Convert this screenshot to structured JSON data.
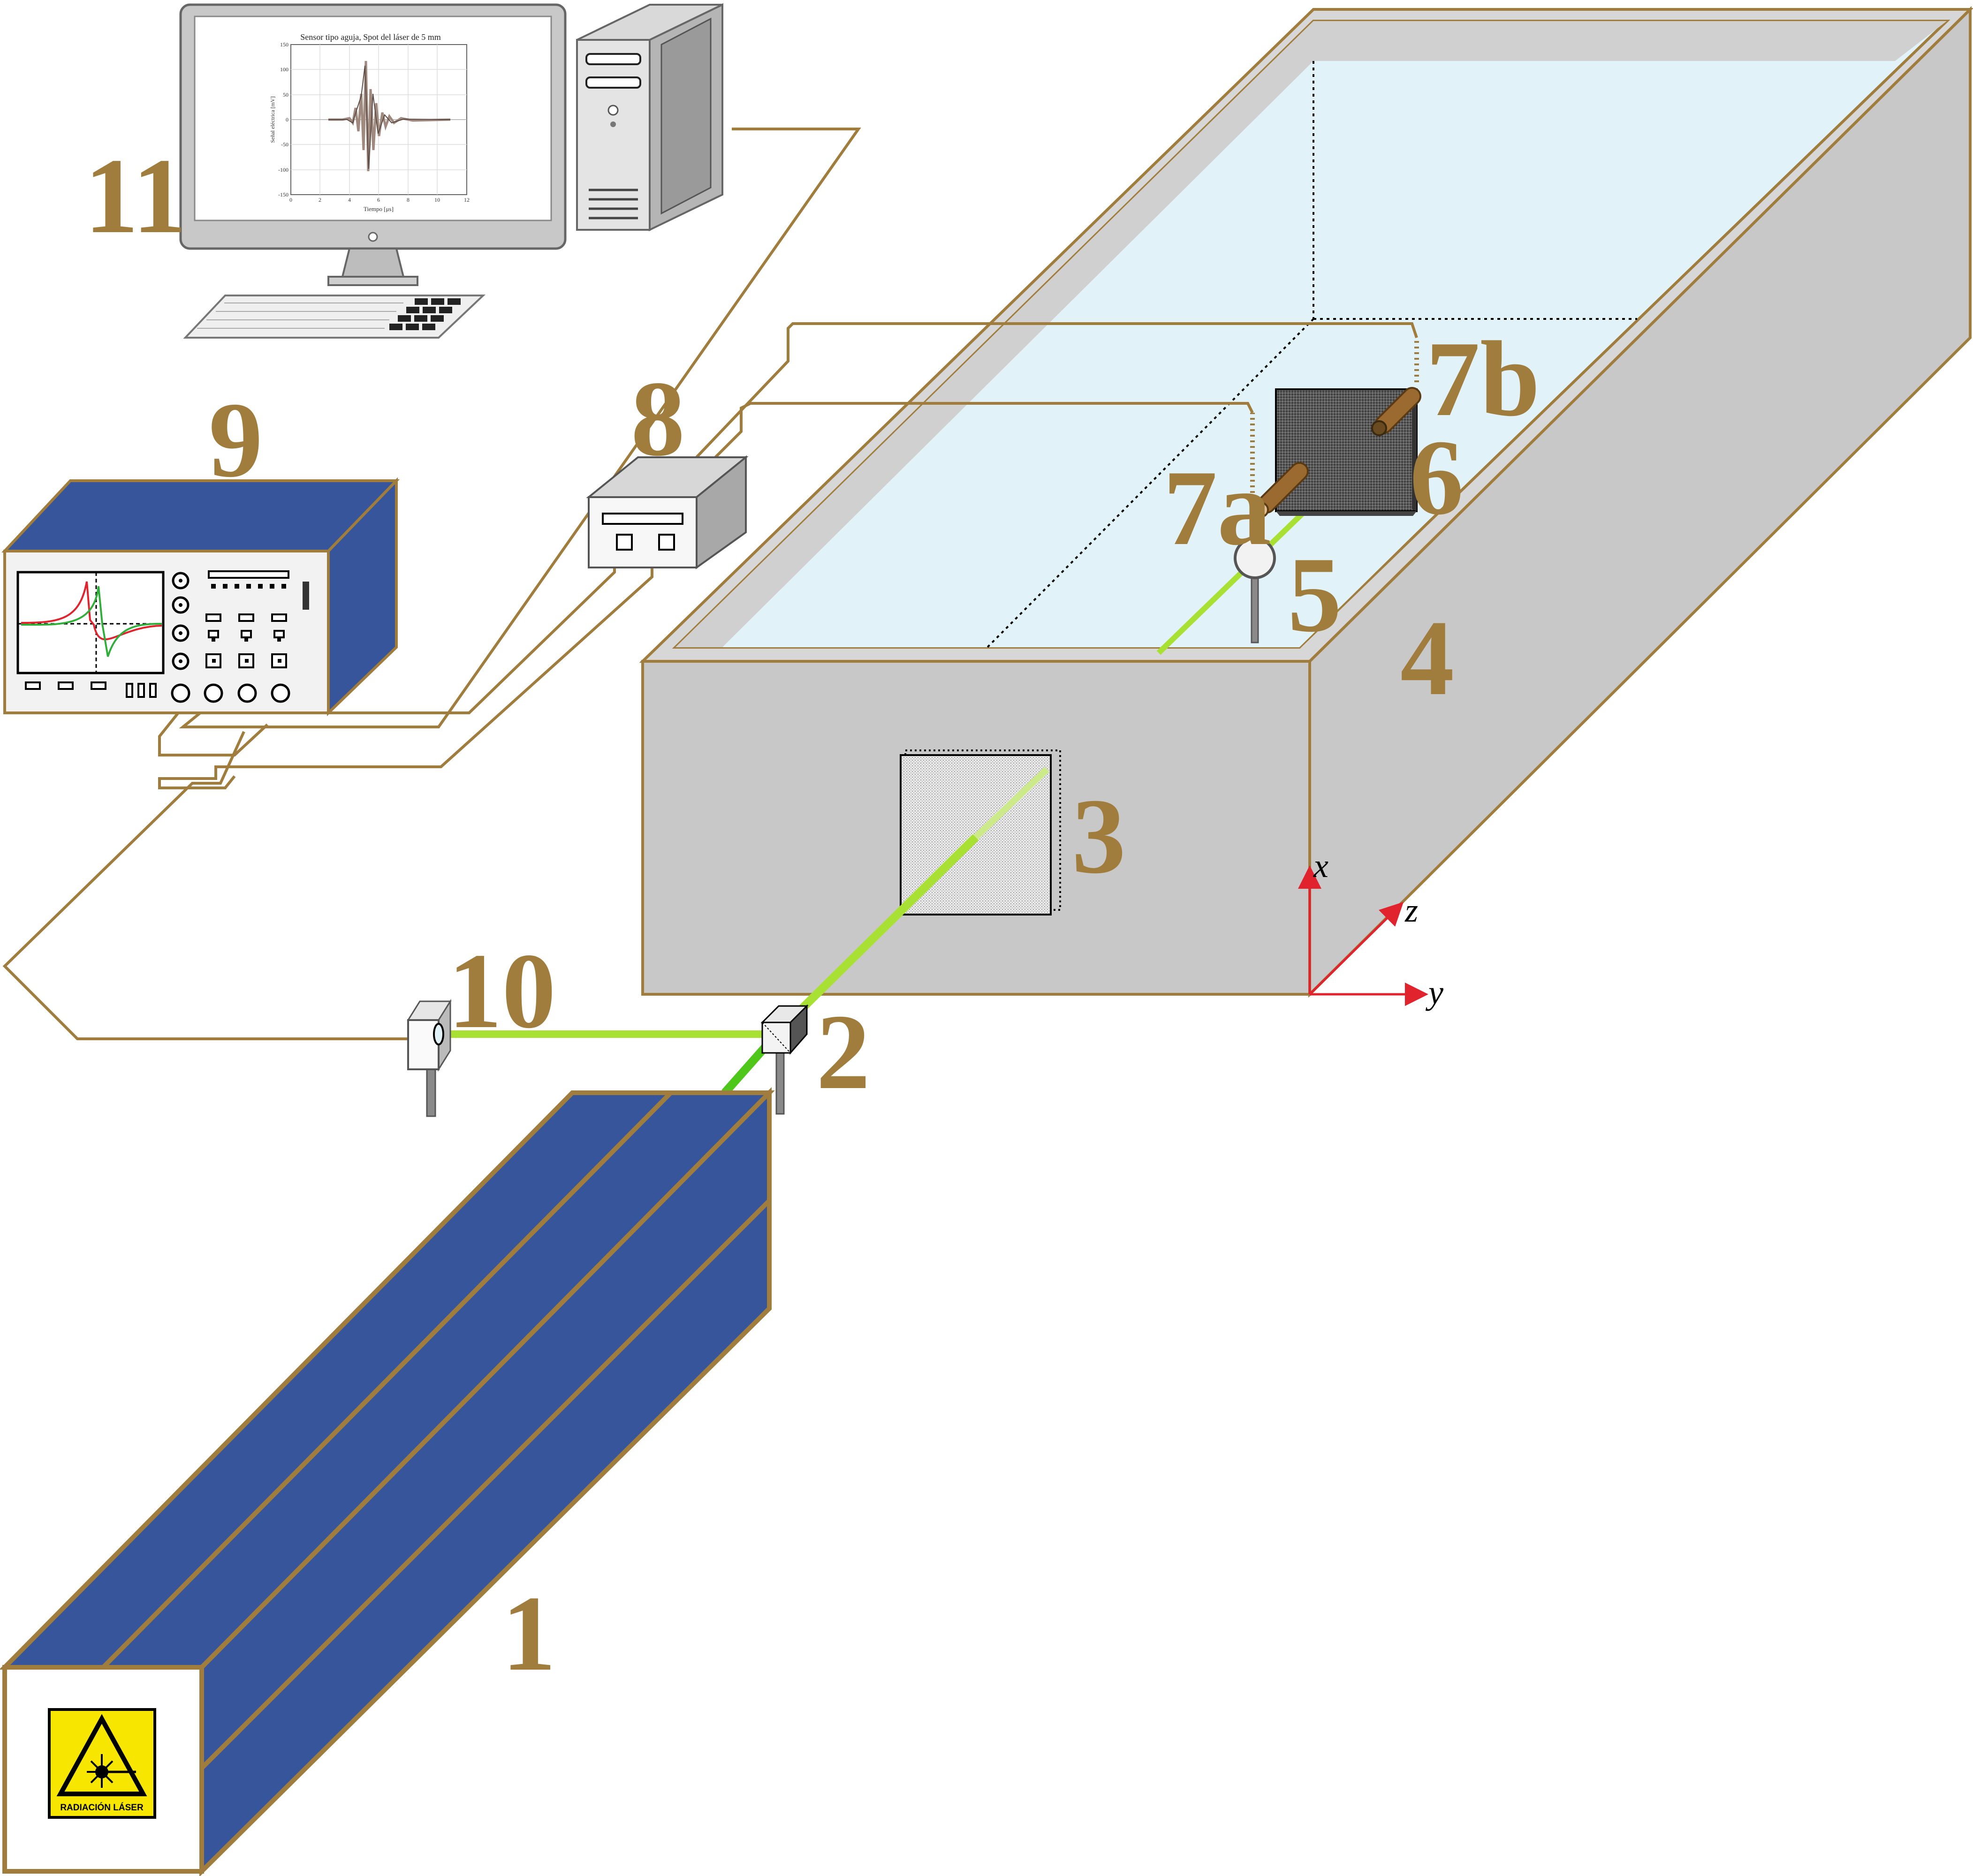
{
  "labels": {
    "n1": "1",
    "n2": "2",
    "n3": "3",
    "n4": "4",
    "n5": "5",
    "n6": "6",
    "n7a": "7a",
    "n7b": "7b",
    "n8": "8",
    "n9": "9",
    "n10": "10",
    "n11": "11"
  },
  "axes": {
    "x": "x",
    "y": "y",
    "z": "z"
  },
  "laser_sign": {
    "text": "RADIACIÓN LÁSER"
  },
  "monitor_plot": {
    "title": "Sensor tipo aguja, Spot del láser de 5 mm",
    "xlabel": "Tiempo [μs]",
    "ylabel": "Señal eléctrica [mV]",
    "yticks": [
      "150",
      "100",
      "50",
      "0",
      "-50",
      "-100",
      "-150"
    ],
    "xticks": [
      "0",
      "2",
      "4",
      "6",
      "8",
      "10",
      "12"
    ]
  },
  "colors": {
    "label": "#a07d3c",
    "frame": "#a07d3c",
    "device_blue": "#36559a",
    "wall_grey": "#c8c8c8",
    "water": "#e1f3f8",
    "beam_light": "#a9e034",
    "beam_dark": "#4fc61a",
    "axis_red": "#e0232d"
  }
}
